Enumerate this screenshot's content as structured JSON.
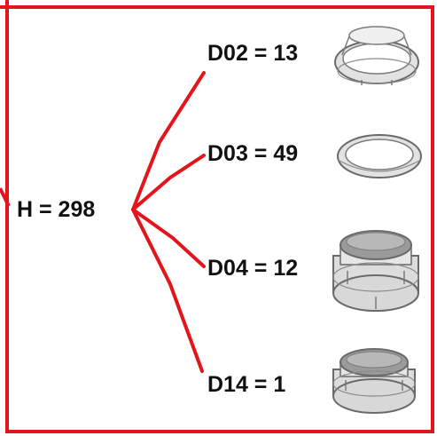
{
  "root": {
    "label": "H = 298"
  },
  "branches": [
    {
      "label": "D02 = 13",
      "part_icon": "thin-flanged-ring-icon"
    },
    {
      "label": "D03 = 49",
      "part_icon": "flat-ring-icon"
    },
    {
      "label": "D04 = 12",
      "part_icon": "tall-bushing-icon"
    },
    {
      "label": "D14 = 1",
      "part_icon": "short-bushing-icon"
    }
  ],
  "colors": {
    "frame": "#e3141c",
    "connector": "#e3141c",
    "text": "#111111",
    "part_fill": "#e2e2e2",
    "part_stroke": "#6a6a6a"
  }
}
